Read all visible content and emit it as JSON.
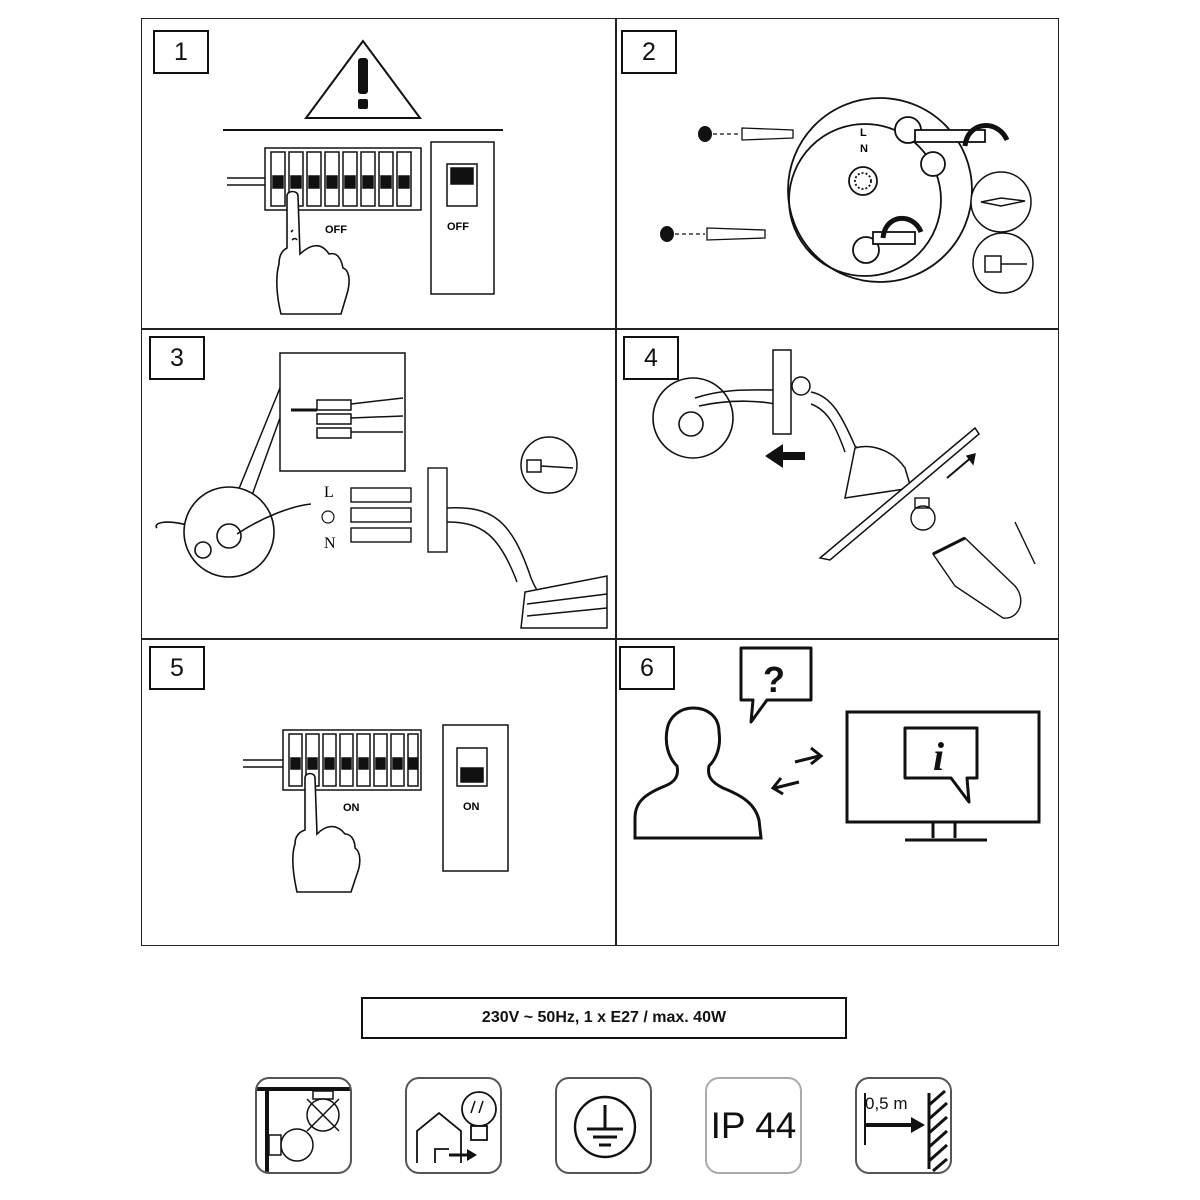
{
  "steps": [
    {
      "number": "1",
      "breaker_label": "OFF",
      "switch_label": "OFF"
    },
    {
      "number": "2",
      "terminal_labels": [
        "L",
        "N"
      ]
    },
    {
      "number": "3",
      "wire_labels": [
        "L",
        "N"
      ]
    },
    {
      "number": "4"
    },
    {
      "number": "5",
      "breaker_label": "ON",
      "switch_label": "ON"
    },
    {
      "number": "6"
    }
  ],
  "spec_text": "230V ~ 50Hz, 1 x E27 / max. 40W",
  "icons": [
    {
      "name": "no-ceiling-mount-icon"
    },
    {
      "name": "outdoor-use-icon"
    },
    {
      "name": "earth-ground-icon"
    },
    {
      "name": "ip-rating-icon",
      "text": "IP 44"
    },
    {
      "name": "min-distance-icon",
      "text": "0,5 m"
    }
  ]
}
